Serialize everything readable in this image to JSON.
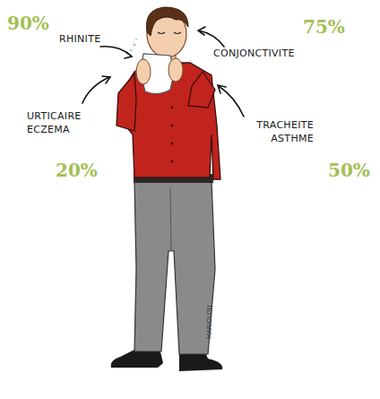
{
  "diagram": {
    "labels": [
      "90%",
      "RHINITE",
      "75%",
      "CONJONCTIVITE",
      "URTICAIRE ECZEMA",
      "TRACHEITE ASTHME",
      "20%",
      "50%",
      "MARIOLOU"
    ]
  }
}
